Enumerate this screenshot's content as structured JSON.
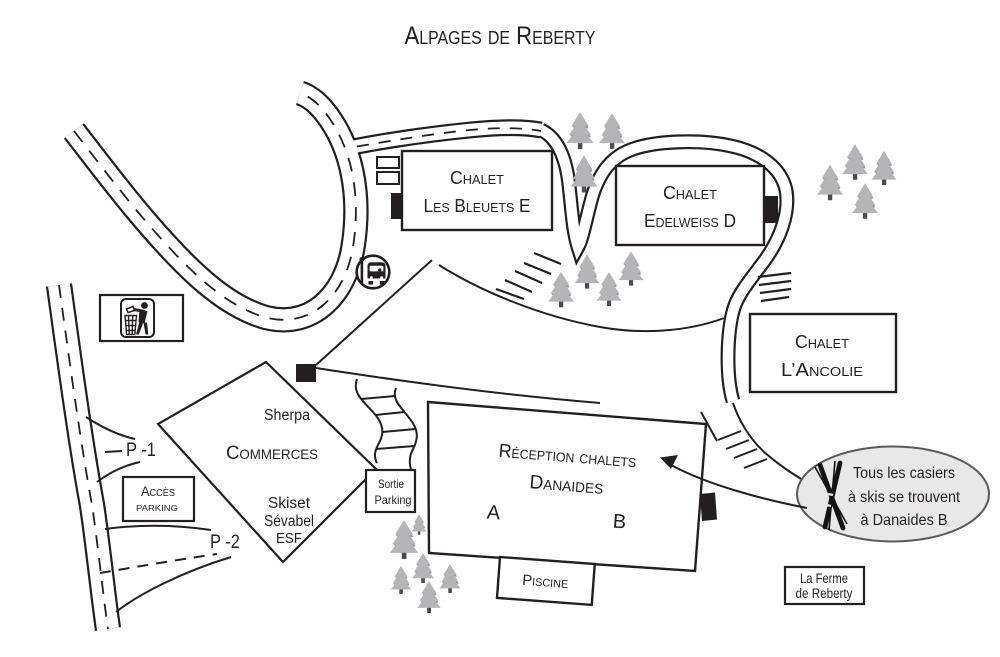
{
  "title": "Alpages de Reberty",
  "chalets": {
    "bleuets": {
      "line1": "Chalet",
      "line2": "Les Bleuets E"
    },
    "edelweiss": {
      "line1": "Chalet",
      "line2": "Edelweiss D"
    },
    "ancolie": {
      "line1": "Chalet",
      "line2": "L’Ancolie"
    }
  },
  "reception": {
    "line1": "Réception chalets",
    "line2": "Danaides",
    "unit_a": "A",
    "unit_b": "B"
  },
  "piscine": {
    "label": "Piscine"
  },
  "ferme": {
    "line1": "La Ferme",
    "line2": "de Reberty"
  },
  "commerces": {
    "shop_top": "Sherpa",
    "title": "Commerces",
    "shop1": "Skiset",
    "shop2": "Sévabel",
    "shop3": "ESF"
  },
  "parking": {
    "access_line1": "Accès",
    "access_line2": "parking",
    "exit_line1": "Sortie",
    "exit_line2": "Parking",
    "level_p1": "P -1",
    "level_p2": "P -2"
  },
  "callout": {
    "line1": "Tous les casiers",
    "line2": "à skis se trouvent",
    "line3": "à Danaides B"
  },
  "icons": {
    "bus_stop": "bus-stop-icon",
    "litter": "litter-disposal-icon",
    "skis": "crossed-skis-icon"
  },
  "colors": {
    "ink": "#231f20",
    "tree_fill": "#b5b5b8",
    "tree_shade": "#95959a",
    "tree_trunk": "#4c4c4e",
    "callout_fill": "#e8e8e8",
    "callout_stroke": "#5a5a5c"
  }
}
